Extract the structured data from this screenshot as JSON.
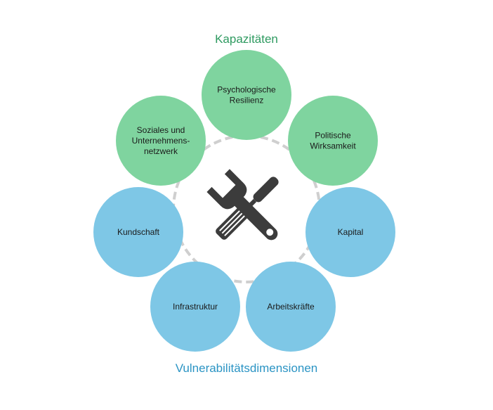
{
  "colors": {
    "capacity_fill": "#7fd49f",
    "capacity_title": "#2e9a60",
    "vulnerability_fill": "#7ec7e6",
    "vulnerability_title": "#2b94c4",
    "ring": "#cfcfcf",
    "icon": "#3c3c3c",
    "node_text": "#1a1a1a"
  },
  "icon": "wrench-and-screwdriver-icon",
  "headings": {
    "capacities": "Kapazitäten",
    "vulnerabilities": "Vulnerabilitätsdimensionen"
  },
  "capacities": [
    {
      "id": "psychologische-resilienz",
      "lines": [
        "Psychologische",
        "Resilienz"
      ]
    },
    {
      "id": "politische-wirksamkeit",
      "lines": [
        "Politische",
        "Wirksamkeit"
      ]
    },
    {
      "id": "soziales-netzwerk",
      "lines": [
        "Soziales und",
        "Unternehmens-",
        "netzwerk"
      ]
    }
  ],
  "vulnerabilities": [
    {
      "id": "kapital",
      "lines": [
        "Kapital"
      ]
    },
    {
      "id": "arbeitskraefte",
      "lines": [
        "Arbeitskräfte"
      ]
    },
    {
      "id": "infrastruktur",
      "lines": [
        "Infrastruktur"
      ]
    },
    {
      "id": "kundschaft",
      "lines": [
        "Kundschaft"
      ]
    }
  ]
}
